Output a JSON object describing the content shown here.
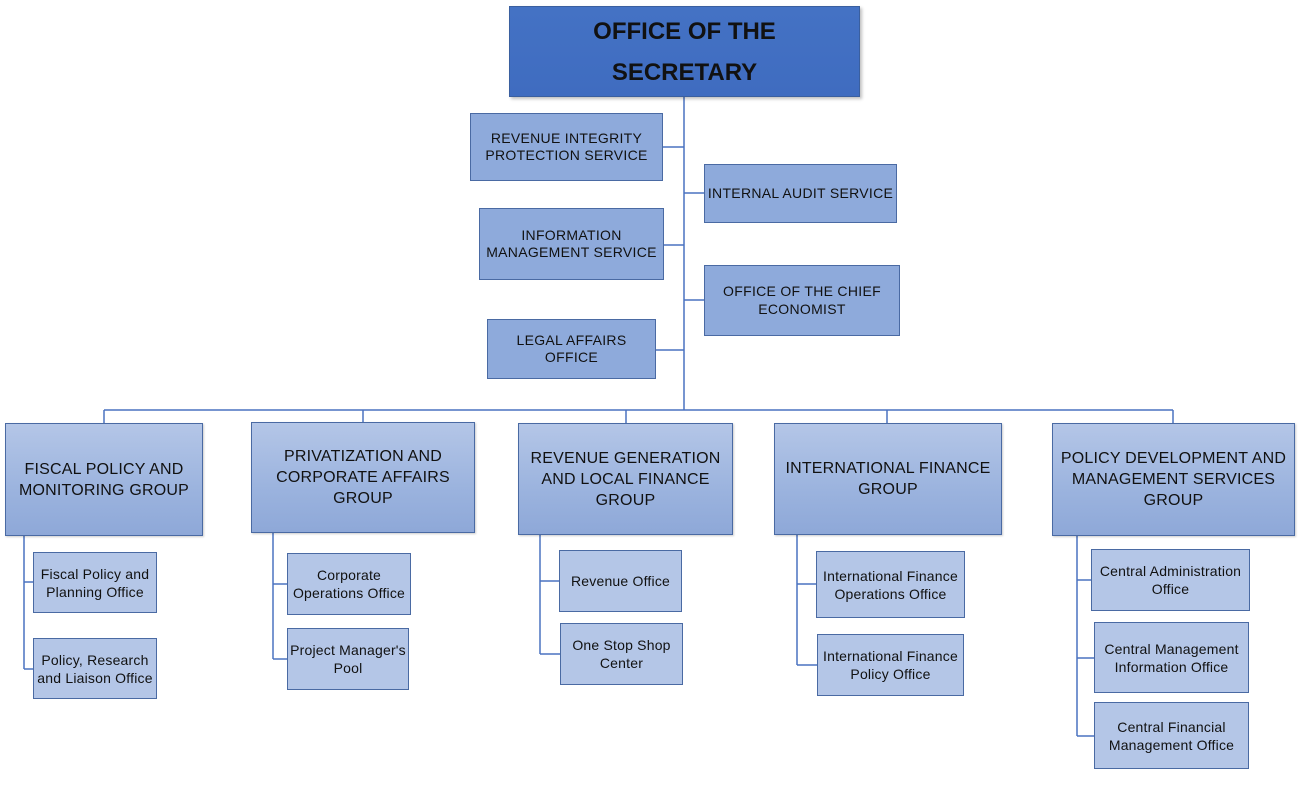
{
  "top": {
    "label": "OFFICE OF THE\nSECRETARY"
  },
  "staff_units": {
    "revenue_integrity": "REVENUE INTEGRITY\nPROTECTION SERVICE",
    "internal_audit": "INTERNAL AUDIT SERVICE",
    "information_management": "INFORMATION\nMANAGEMENT SERVICE",
    "chief_economist": "OFFICE OF THE CHIEF\nECONOMIST",
    "legal_affairs": "LEGAL AFFAIRS OFFICE"
  },
  "groups": [
    {
      "label": "FISCAL POLICY AND\nMONITORING GROUP",
      "offices": [
        "Fiscal Policy and\nPlanning Office",
        "Policy, Research\nand Liaison Office"
      ]
    },
    {
      "label": "PRIVATIZATION AND\nCORPORATE AFFAIRS GROUP",
      "offices": [
        "Corporate\nOperations Office",
        "Project Manager's\nPool"
      ]
    },
    {
      "label": "REVENUE GENERATION\nAND LOCAL FINANCE\nGROUP",
      "offices": [
        "Revenue Office",
        "One Stop Shop\nCenter"
      ]
    },
    {
      "label": "INTERNATIONAL FINANCE\nGROUP",
      "offices": [
        "International Finance\nOperations Office",
        "International Finance\nPolicy Office"
      ]
    },
    {
      "label": "POLICY DEVELOPMENT AND\nMANAGEMENT SERVICES\nGROUP",
      "offices": [
        "Central Administration\nOffice",
        "Central Management\nInformation Office",
        "Central Financial\nManagement Office"
      ]
    }
  ],
  "colors": {
    "connector": "#4472c4",
    "top_fill": "#4472c4",
    "staff_fill": "#8eaadb",
    "group_fill": "#9bb3de",
    "office_fill": "#b4c6e7"
  }
}
